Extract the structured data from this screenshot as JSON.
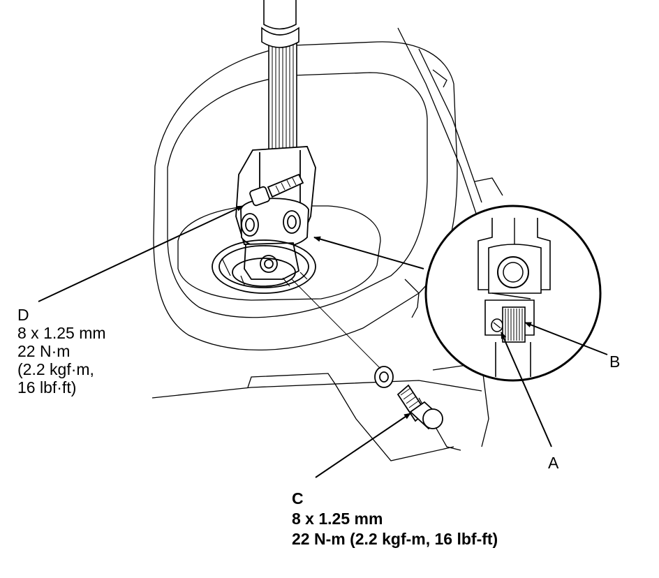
{
  "callouts": {
    "A": {
      "letter": "A"
    },
    "B": {
      "letter": "B"
    },
    "C": {
      "letter": "C",
      "size": "8 x 1.25 mm",
      "torque": "22 N-m (2.2 kgf-m, 16 lbf-ft)"
    },
    "D": {
      "letter": "D",
      "size": "8 x 1.25 mm",
      "torque_nm": "22 N·m",
      "torque_kgf": "(2.2 kgf·m,",
      "torque_lbf": "16 lbf·ft)"
    }
  }
}
